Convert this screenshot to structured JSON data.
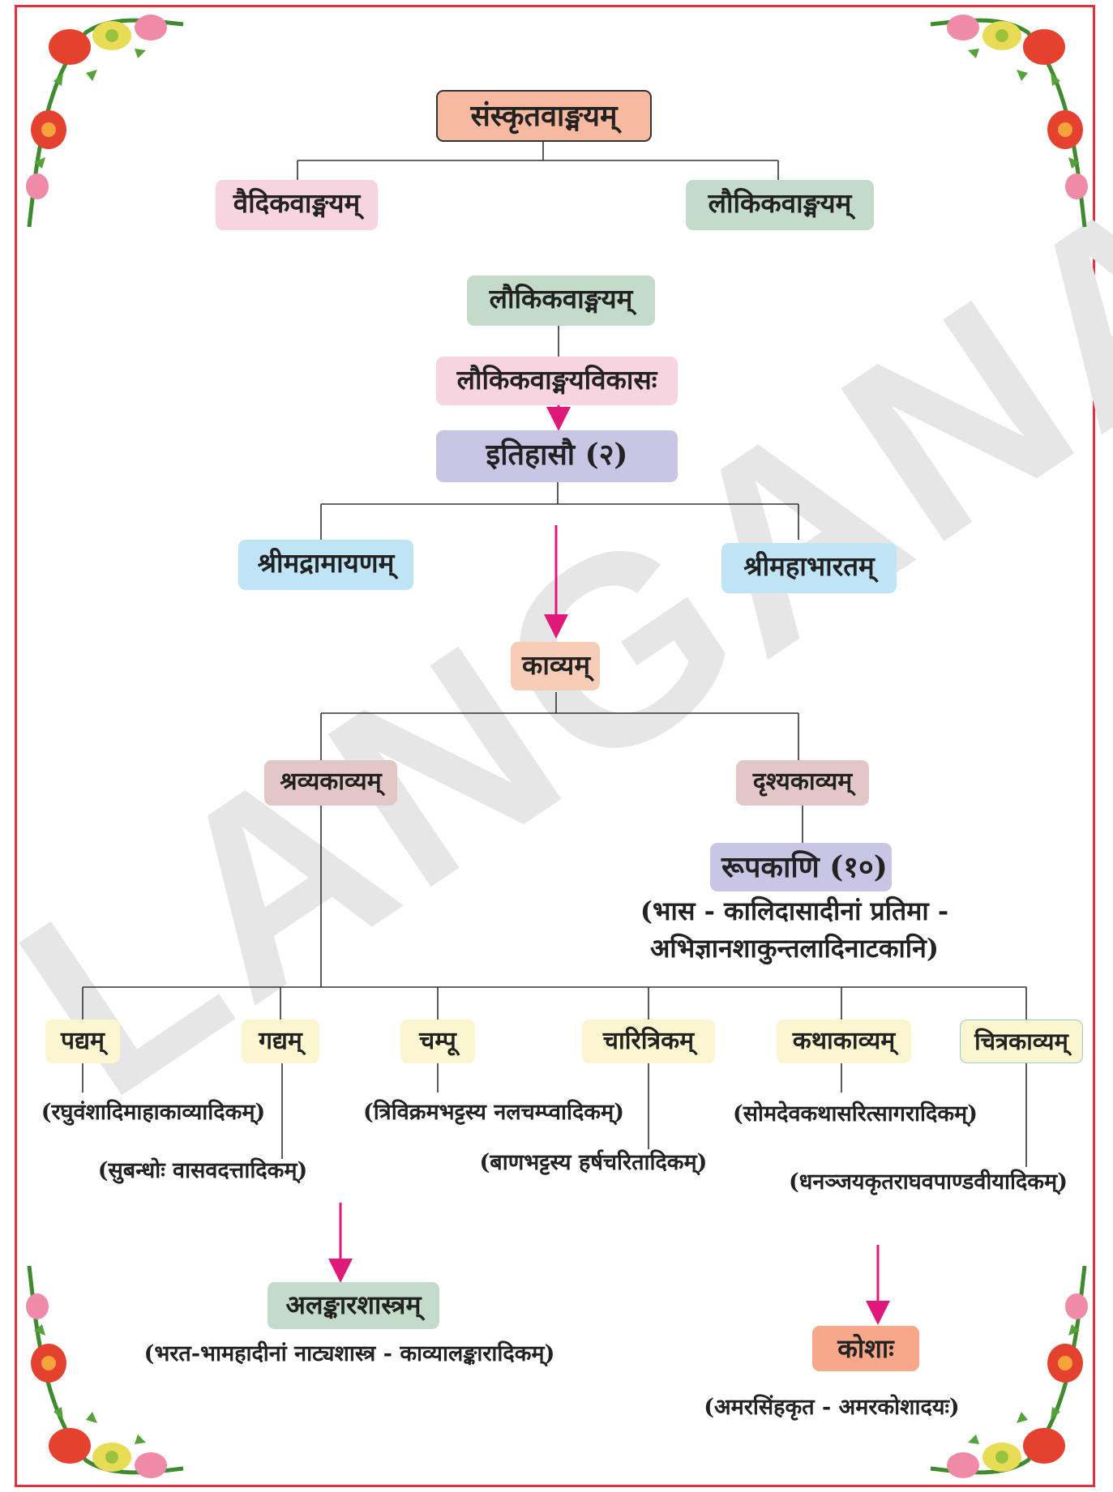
{
  "watermark": "LANGANA",
  "colors": {
    "frame": "#e2303c",
    "line": "#333333",
    "arrow": "#e0187a"
  },
  "nodes": {
    "root": "संस्कृतवाङ्मयम्",
    "vaidika": "वैदिकवाङ्मयम्",
    "laukika_top": "लौकिकवाङ्मयम्",
    "laukika_mid": "लौकिकवाङ्मयम्",
    "laukika_vikasa": "लौकिकवाङ्मयविकासः",
    "itihasau": "इतिहासौ (२)",
    "ramayana": "श्रीमद्रामायणम्",
    "mahabharata": "श्रीमहाभारतम्",
    "kavyam": "काव्यम्",
    "shravya": "श्रव्यकाव्यम्",
    "drishya": "दृश्यकाव्यम्",
    "rupakani": "रूपकाणि (१०)",
    "rupakani_note_1": "(भास - कालिदासादीनां प्रतिमा -",
    "rupakani_note_2": "अभिज्ञानशाकुन्तलादिनाटकानि)",
    "padya": "पद्यम्",
    "gadya": "गद्यम्",
    "champu": "चम्पू",
    "charitrika": "चारित्रिकम्",
    "kathakavya": "कथाकाव्यम्",
    "chitrakavya": "चित्रकाव्यम्",
    "padya_note": "(रघुवंशादिमाहाकाव्यादिकम्)",
    "gadya_note": "(सुबन्धोः वासवदत्तादिकम्)",
    "champu_note": "(त्रिविक्रमभट्टस्य नलचम्प्वादिकम्)",
    "charitrika_note": "(बाणभट्टस्य हर्षचरितादिकम्)",
    "katha_note": "(सोमदेवकथासरित्सागरादिकम्)",
    "chitra_note": "(धनञ्जयकृतराघवपाण्डवीयादिकम्)",
    "alankara": "अलङ्कारशास्त्रम्",
    "alankara_note": "(भरत-भामहादीनां नाट्यशास्त्र - काव्यालङ्कारादिकम्)",
    "kosha": "कोशाः",
    "kosha_note": "(अमरसिंहकृत - अमरकोशादयः)"
  }
}
